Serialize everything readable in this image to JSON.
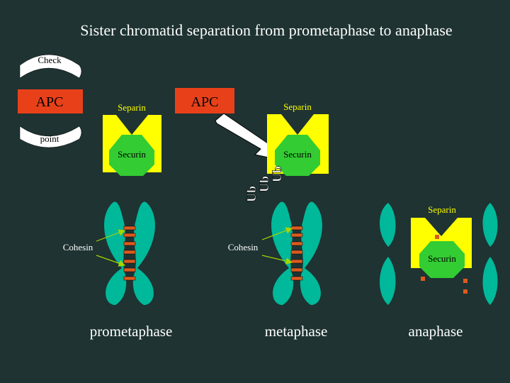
{
  "title": "Sister chromatid separation from prometaphase to anaphase",
  "checkpoint": {
    "top_label": "Check",
    "bottom_label": "point"
  },
  "apc_label": "APC",
  "separin_label": "Separin",
  "securin_label": "Securin",
  "cohesin_label": "Cohesin",
  "ubiquitin_label": "Ub",
  "stages": [
    "prometaphase",
    "metaphase",
    "anaphase"
  ],
  "colors": {
    "background": "#1e3332",
    "apc": "#e8411a",
    "separin": "#ffff00",
    "securin": "#33cc33",
    "chromatid": "#00b89a",
    "cohesin": "#dd5a1e",
    "arrow": "#99cc00",
    "label": "#ffffff"
  }
}
